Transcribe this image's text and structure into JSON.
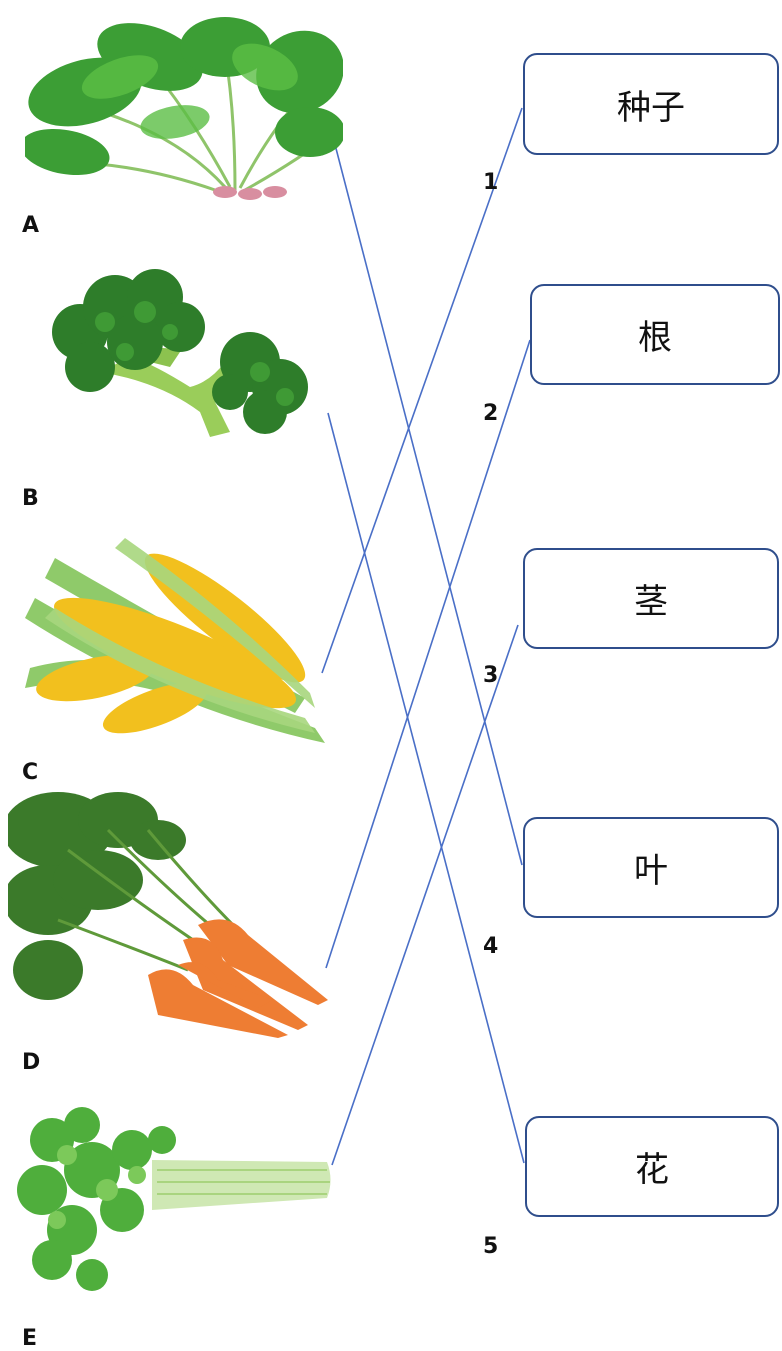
{
  "vegetables": [
    {
      "letter": "A",
      "icon": "spinach-image"
    },
    {
      "letter": "B",
      "icon": "broccoli-image"
    },
    {
      "letter": "C",
      "icon": "corn-image"
    },
    {
      "letter": "D",
      "icon": "carrot-image"
    },
    {
      "letter": "E",
      "icon": "celery-image"
    }
  ],
  "parts": [
    {
      "label": "种子",
      "number": "1"
    },
    {
      "label": "根",
      "number": "2"
    },
    {
      "label": "茎",
      "number": "3"
    },
    {
      "label": "叶",
      "number": "4"
    },
    {
      "label": "花",
      "number": "5"
    }
  ],
  "matches": [
    {
      "from": "A",
      "to": "叶"
    },
    {
      "from": "B",
      "to": "花"
    },
    {
      "from": "C",
      "to": "种子"
    },
    {
      "from": "D",
      "to": "根"
    },
    {
      "from": "E",
      "to": "茎"
    }
  ],
  "colors": {
    "line": "#4a6fc7",
    "box_border": "#2f4e8c"
  }
}
